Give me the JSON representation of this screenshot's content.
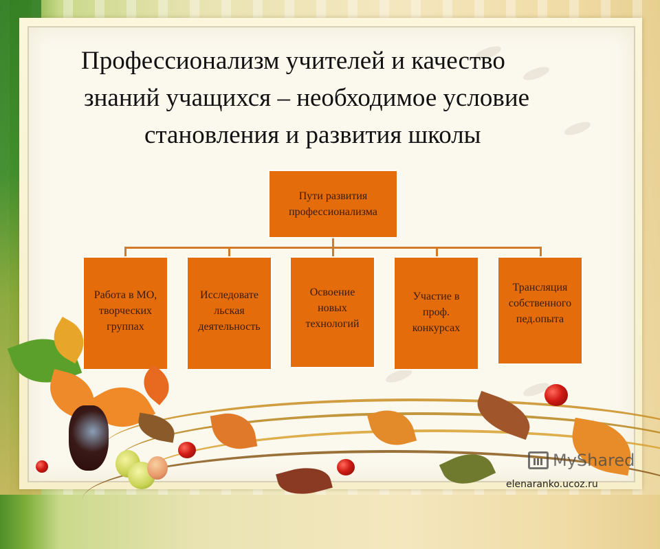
{
  "slide": {
    "title_lines": [
      "Профессионализм учителей и качество",
      "знаний учащихся – необходимое условие",
      "становления и развития школы"
    ]
  },
  "diagram": {
    "root": {
      "lines": [
        "Пути развития",
        "профессионализма"
      ]
    },
    "children": [
      {
        "lines": [
          "Работа в МО,",
          "творческих",
          "группах"
        ]
      },
      {
        "lines": [
          "Исследовате",
          "льская",
          "деятельность"
        ]
      },
      {
        "lines": [
          "Освоение",
          "новых",
          "технологий"
        ]
      },
      {
        "lines": [
          "Участие в",
          "проф.",
          "конкурсах"
        ]
      },
      {
        "lines": [
          "Трансляция",
          "собственного",
          "пед.опыта"
        ]
      }
    ],
    "colors": {
      "box_fill": "#e46c0a",
      "box_text": "#3a1b0c",
      "connector": "#d07a2c"
    }
  },
  "watermark": {
    "brand": "MyShared",
    "icon": "presentation-board-icon"
  },
  "footer": {
    "site": "elenaranko.ucoz.ru"
  }
}
